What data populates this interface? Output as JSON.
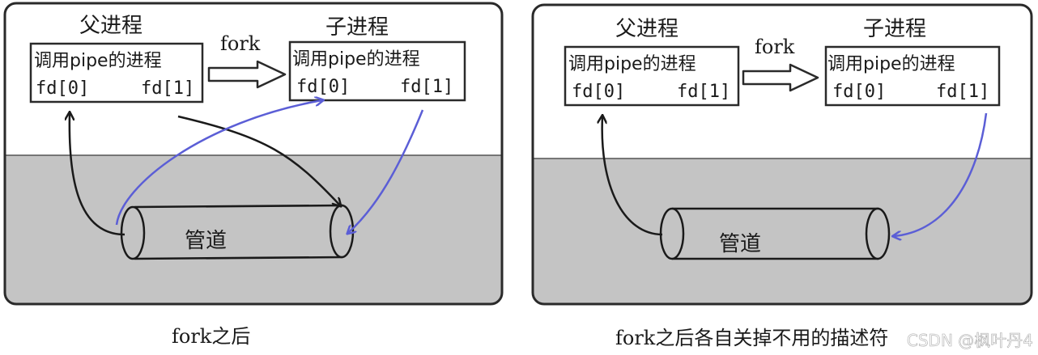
{
  "panels": [
    {
      "parent_title": "父进程",
      "child_title": "子进程",
      "fork_label": "fork",
      "parent_box": {
        "line1": "调用pipe的进程",
        "fd0": "fd[0]",
        "fd1": "fd[1]"
      },
      "child_box": {
        "line1": "调用pipe的进程",
        "fd0": "fd[0]",
        "fd1": "fd[1]"
      },
      "pipe_label": "管道",
      "caption": "fork之后"
    },
    {
      "parent_title": "父进程",
      "child_title": "子进程",
      "fork_label": "fork",
      "parent_box": {
        "line1": "调用pipe的进程",
        "fd0": "fd[0]",
        "fd1": "fd[1]"
      },
      "child_box": {
        "line1": "调用pipe的进程",
        "fd0": "fd[0]",
        "fd1": "fd[1]"
      },
      "pipe_label": "管道",
      "caption": "fork之后各自关掉不用的描述符"
    }
  ],
  "watermark": "CSDN @枫叶丹4",
  "colors": {
    "frame": "#2a2a2a",
    "lower_area": "#c4c4c4",
    "ink": "#1a1a1a",
    "blue_ink": "#5b5ed6"
  }
}
